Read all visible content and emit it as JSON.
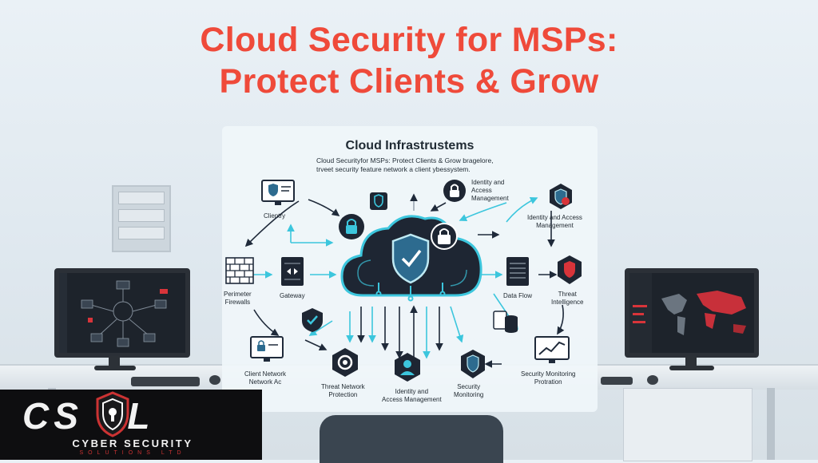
{
  "title": {
    "line1": "Cloud Security for MSPs:",
    "line2": "Protect Clients & Grow"
  },
  "diagram": {
    "heading": "Cloud Infrastrustems",
    "subheading_line1": "Cloud Securityfor MSPs: Protect Clients & Grow bragelore,",
    "subheading_line2": "trveet security feature network a client ybessystem.",
    "labels": {
      "clientry": "Clientry",
      "iam_top_line1": "Identity and",
      "iam_top_line2": "Access",
      "iam_top_line3": "Management",
      "iam_right_line1": "Identity and Access",
      "iam_right_line2": "Management",
      "perimeter_line1": "Perimeter",
      "perimeter_line2": "Firewalls",
      "gateway": "Gateway",
      "data_flow": "Data Flow",
      "threat_intel_line1": "Threat",
      "threat_intel_line2": "Intelligence",
      "client_network_line1": "Client Network",
      "client_network_line2": "Network Ac",
      "threat_network_line1": "Threat Network",
      "threat_network_line2": "Protection",
      "iam_bottom_line1": "Identity and",
      "iam_bottom_line2": "Access Management",
      "sec_mon_line1": "Security",
      "sec_mon_line2": "Monitoring",
      "sec_mon_prot_line1": "Security Monitoring",
      "sec_mon_prot_line2": "Protration"
    }
  },
  "logo": {
    "main": "CS SL",
    "sub": "CYBER SECURITY",
    "sub2": "SOLUTIONS LTD"
  },
  "colors": {
    "title_red": "#ef4a3a",
    "cyan": "#3cc6dd",
    "navy": "#1f2a3a",
    "accent_red": "#d8343a"
  },
  "icons": [
    "shield-icon",
    "lock-icon",
    "cloud-icon",
    "firewall-icon",
    "gateway-icon",
    "server-icon",
    "chart-icon",
    "monitor-icon",
    "world-map-icon"
  ]
}
